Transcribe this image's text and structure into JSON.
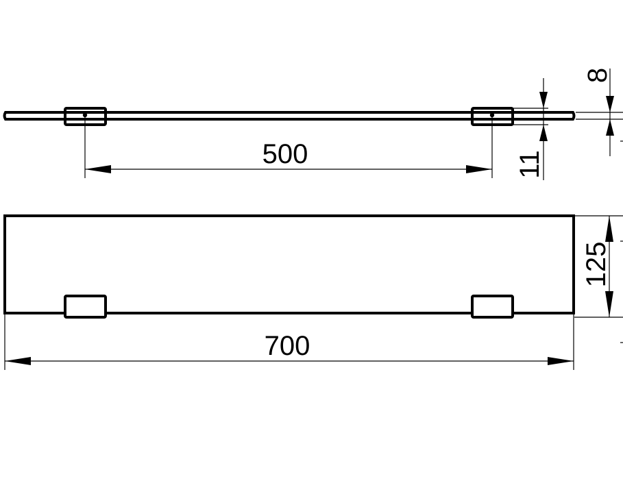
{
  "drawing": {
    "dimensions": {
      "hole_spacing": "500",
      "bracket_height": "11",
      "glass_thickness": "8",
      "depth": "125",
      "length": "700"
    },
    "colors": {
      "line": "#000000",
      "background": "#ffffff"
    }
  }
}
